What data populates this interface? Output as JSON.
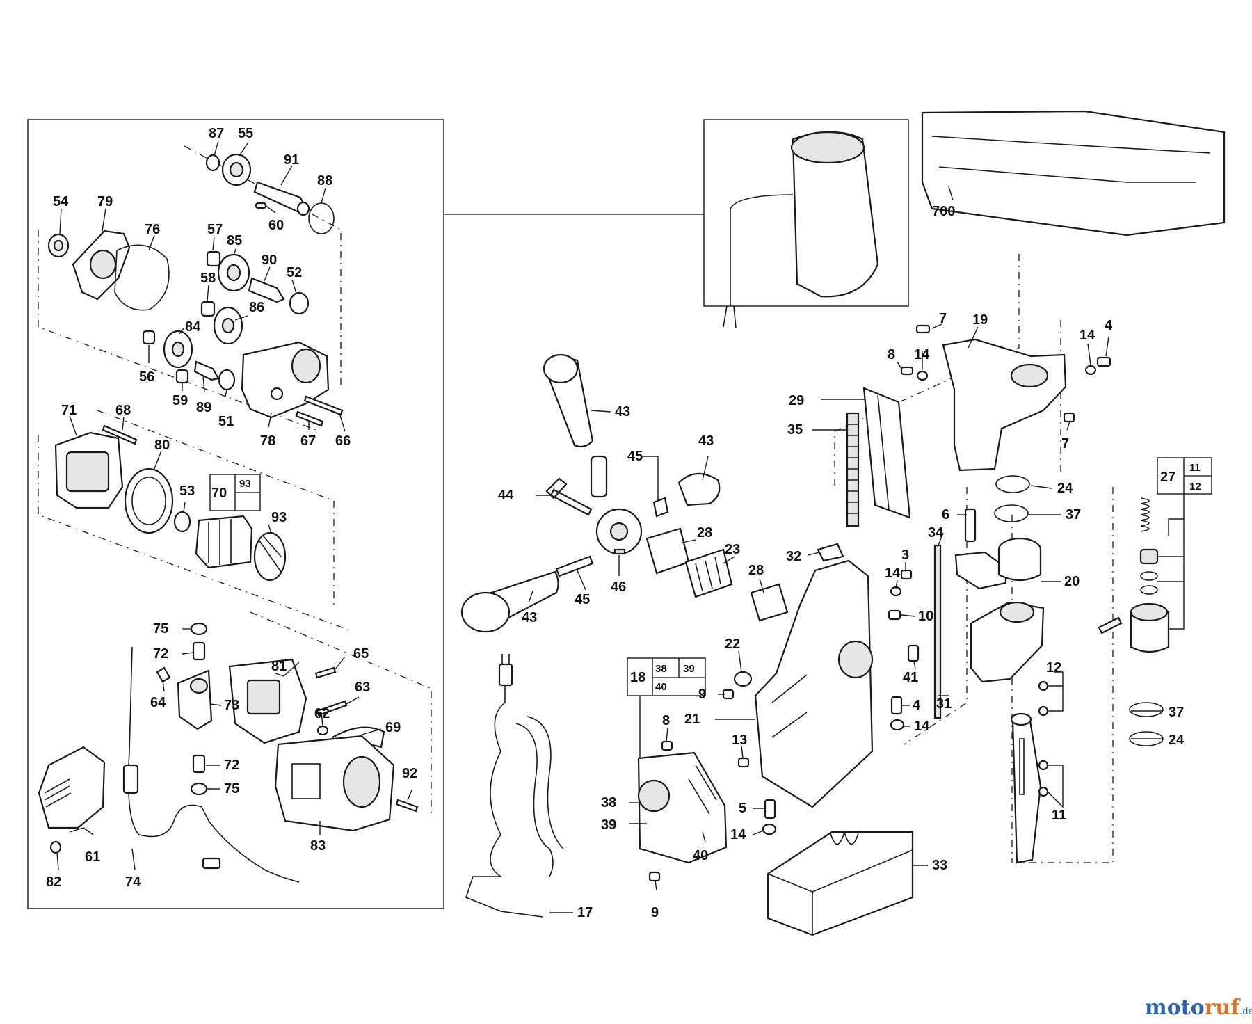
{
  "watermark": {
    "part1": "moto",
    "part2": "ruf",
    "part3": ".de"
  },
  "boxes": {
    "box70": {
      "main": "70",
      "sub1": "93"
    },
    "box18": {
      "main": "18",
      "sub1": "38",
      "sub2": "39",
      "sub3": "40"
    },
    "box27": {
      "main": "27",
      "sub1": "11",
      "sub2": "12"
    }
  },
  "callouts": {
    "c87": "87",
    "c55": "55",
    "c91": "91",
    "c88": "88",
    "c54": "54",
    "c79": "79",
    "c76": "76",
    "c57": "57",
    "c85": "85",
    "c90": "90",
    "c52": "52",
    "c60": "60",
    "c58": "58",
    "c86": "86",
    "c84": "84",
    "c56": "56",
    "c59": "59",
    "c89": "89",
    "c51": "51",
    "c78": "78",
    "c67": "67",
    "c66": "66",
    "c71": "71",
    "c68": "68",
    "c80": "80",
    "c53": "53",
    "c93": "93",
    "c75a": "75",
    "c72a": "72",
    "c64": "64",
    "c73": "73",
    "c81": "81",
    "c65": "65",
    "c63": "63",
    "c62": "62",
    "c69": "69",
    "c72b": "72",
    "c75b": "75",
    "c92": "92",
    "c83": "83",
    "c82": "82",
    "c61": "61",
    "c74": "74",
    "c700": "700",
    "c7a": "7",
    "c19": "19",
    "c14a": "14",
    "c4a": "4",
    "c8a": "8",
    "c14b": "14",
    "c29": "29",
    "c35": "35",
    "c7b": "7",
    "c24a": "24",
    "c37a": "37",
    "c43a": "43",
    "c43b": "43",
    "c45a": "45",
    "c44": "44",
    "c28a": "28",
    "c23": "23",
    "c28b": "28",
    "c46": "46",
    "c45b": "45",
    "c43c": "43",
    "c32": "32",
    "c6": "6",
    "c34": "34",
    "c3": "3",
    "c14c": "14",
    "c10": "10",
    "c20": "20",
    "c41": "41",
    "c22": "22",
    "c9a": "9",
    "c21": "21",
    "c31": "31",
    "c4b": "4",
    "c14d": "14",
    "c12": "12",
    "c37b": "37",
    "c24b": "24",
    "c13": "13",
    "c8b": "8",
    "c5": "5",
    "c14e": "14",
    "c11": "11",
    "c38": "38",
    "c39": "39",
    "c40": "40",
    "c33": "33",
    "c9b": "9",
    "c17": "17"
  }
}
